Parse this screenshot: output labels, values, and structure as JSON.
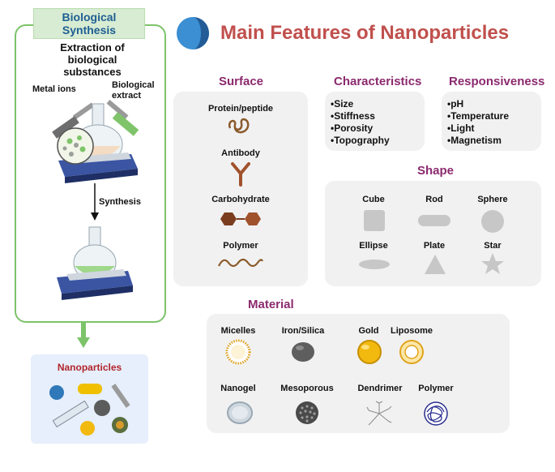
{
  "title": "Main Features of Nanoparticles",
  "synthesis": {
    "header": "Biological Synthesis",
    "extraction": "Extraction of biological substances",
    "metal_ions": "Metal ions",
    "bio_extract": "Biological extract",
    "arrow_label": "Synthesis",
    "output_title": "Nanoparticles"
  },
  "surface": {
    "title": "Surface",
    "items": [
      "Protein/peptide",
      "Antibody",
      "Carbohydrate",
      "Polymer"
    ]
  },
  "characteristics": {
    "title": "Characteristics",
    "items": [
      "Size",
      "Stiffness",
      "Porosity",
      "Topography"
    ]
  },
  "responsiveness": {
    "title": "Responsiveness",
    "items": [
      "pH",
      "Temperature",
      "Light",
      "Magnetism"
    ]
  },
  "shape": {
    "title": "Shape",
    "items": [
      "Cube",
      "Rod",
      "Sphere",
      "Ellipse",
      "Plate",
      "Star"
    ]
  },
  "material": {
    "title": "Material",
    "items": [
      "Micelles",
      "Iron/Silica",
      "Gold",
      "Liposome",
      "Nanogel",
      "Mesoporous",
      "Dendrimer",
      "Polymer"
    ]
  },
  "colors": {
    "title": "#c0504d",
    "section_title": "#8b2a6e",
    "synthesis_border": "#7dc36a",
    "synthesis_header_bg": "#d7ecd3",
    "synthesis_header_text": "#1f5e92",
    "nanoparticles_bg": "#e6effb",
    "panel_bg": "#f1f1f1",
    "shape_gray": "#c7c7c7"
  }
}
